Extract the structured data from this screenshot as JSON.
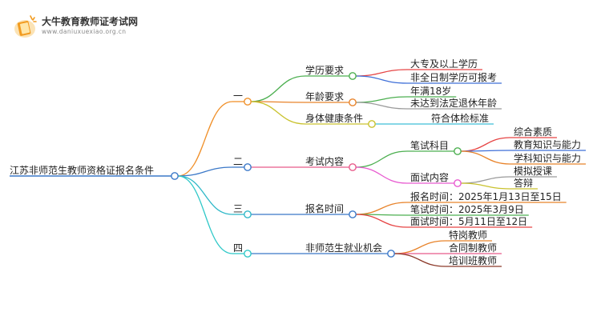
{
  "header": {
    "title": "大牛教育教师证考试网",
    "url": "www.daniuxuexiao.org.cn"
  },
  "mindmap": {
    "root": "江苏非师范生教师资格证报名条件",
    "branches": [
      {
        "label": "一",
        "color": "#f0902a",
        "children": [
          {
            "label": "学历要求",
            "color": "#4caf50",
            "children": [
              {
                "label": "大专及以上学历",
                "color": "#e64545"
              },
              {
                "label": "非全日制学历可报考",
                "color": "#3f6fd8"
              }
            ]
          },
          {
            "label": "年龄要求",
            "color": "#e8832a",
            "children": [
              {
                "label": "年满18岁",
                "color": "#4caf50"
              },
              {
                "label": "未达到法定退休年龄",
                "color": "#9a9a9a"
              }
            ]
          },
          {
            "label": "身体健康条件",
            "color": "#c9c22e",
            "children": [
              {
                "label": "符合体检标准",
                "color": "#3fbfd8"
              }
            ]
          }
        ]
      },
      {
        "label": "二",
        "color": "#3b78c8",
        "children": [
          {
            "label": "考试内容",
            "color": "#e85a8a",
            "children": [
              {
                "label": "笔试科目",
                "color": "#4caf50",
                "children": [
                  {
                    "label": "综合素质",
                    "color": "#e64545"
                  },
                  {
                    "label": "教育知识与能力",
                    "color": "#3f6fd8"
                  },
                  {
                    "label": "学科知识与能力",
                    "color": "#e8832a"
                  }
                ]
              },
              {
                "label": "面试内容",
                "color": "#e85ad0",
                "children": [
                  {
                    "label": "模拟授课",
                    "color": "#9a9a9a"
                  },
                  {
                    "label": "答辩",
                    "color": "#c9c22e"
                  }
                ]
              }
            ]
          }
        ]
      },
      {
        "label": "三",
        "color": "#2fb8c8",
        "children": [
          {
            "label": "报名时间",
            "color": "#3b78c8",
            "children": [
              {
                "label": "报名时间：2025年1月13日至15日",
                "color": "#e8832a"
              },
              {
                "label": "笔试时间：2025年3月9日",
                "color": "#4caf50"
              },
              {
                "label": "面试时间：5月11日至12日",
                "color": "#e64545"
              }
            ]
          }
        ]
      },
      {
        "label": "四",
        "color": "#2fc8c8",
        "children": [
          {
            "label": "非师范生就业机会",
            "color": "#3b78c8",
            "children": [
              {
                "label": "特岗教师",
                "color": "#e8832a"
              },
              {
                "label": "合同制教师",
                "color": "#e85a8a"
              },
              {
                "label": "培训班教师",
                "color": "#8c3a2a"
              }
            ]
          }
        ]
      }
    ]
  }
}
